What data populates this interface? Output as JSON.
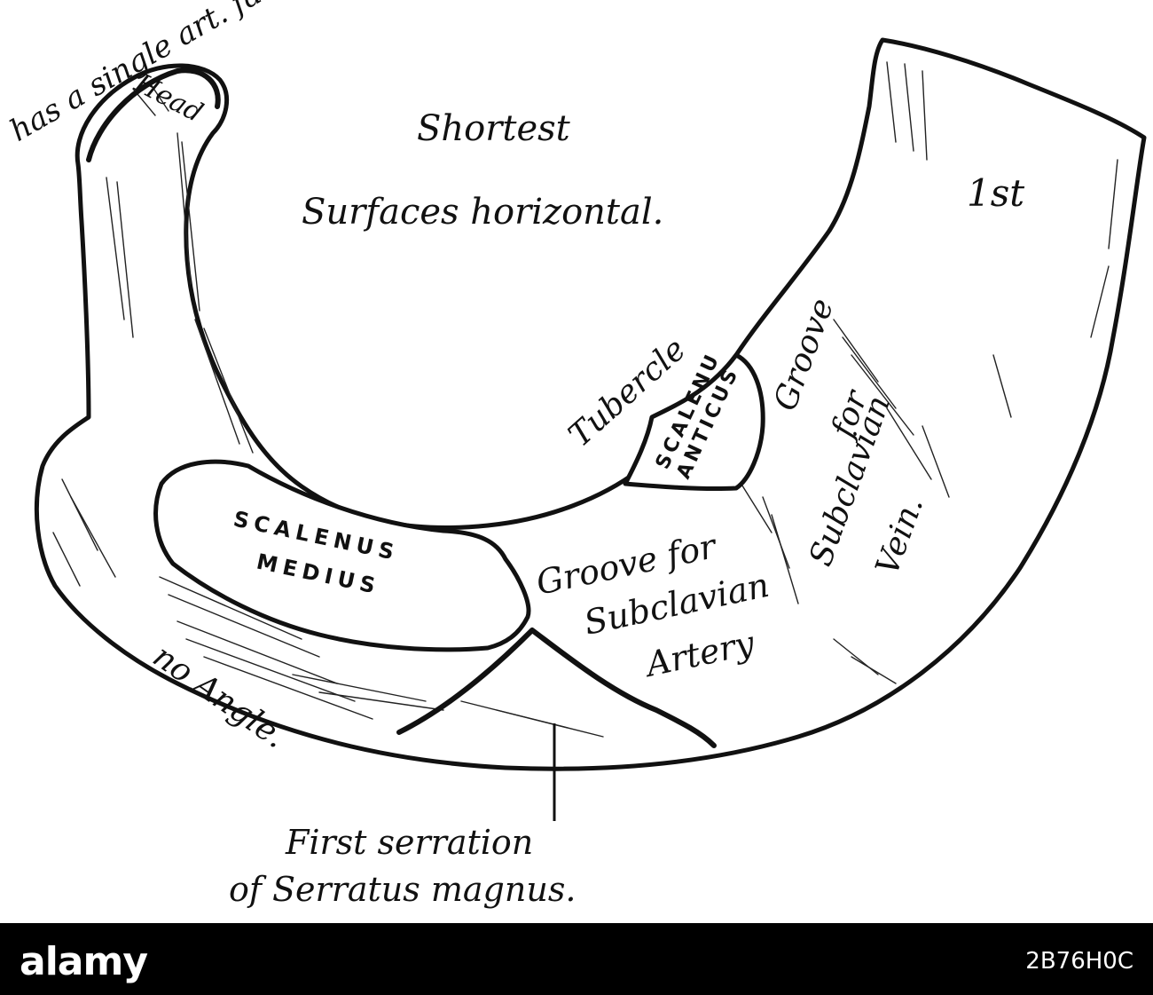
{
  "figure": {
    "labels": {
      "head": "Head",
      "single_facet": "has a single art. facet.",
      "shortest": "Shortest",
      "surfaces": "Surfaces horizontal.",
      "first": "1st",
      "tubercle": "Tubercle",
      "scalenus_anticus_1": "SCALENU",
      "scalenus_anticus_2": "ANTICUS",
      "groove_vein_1": "Groove",
      "groove_vein_2": "for",
      "groove_vein_3": "Subclavian",
      "groove_vein_4": "Vein.",
      "scalenus_medius_1": "SCALENUS",
      "scalenus_medius_2": "MEDIUS",
      "groove_artery_1": "Groove for",
      "groove_artery_2": "Subclavian",
      "groove_artery_3": "Artery",
      "no_angle": "no Angle.",
      "serration_1": "First serration",
      "serration_2": "of Serratus magnus."
    }
  },
  "watermark": {
    "brand": "alamy",
    "image_id": "2B76H0C"
  }
}
